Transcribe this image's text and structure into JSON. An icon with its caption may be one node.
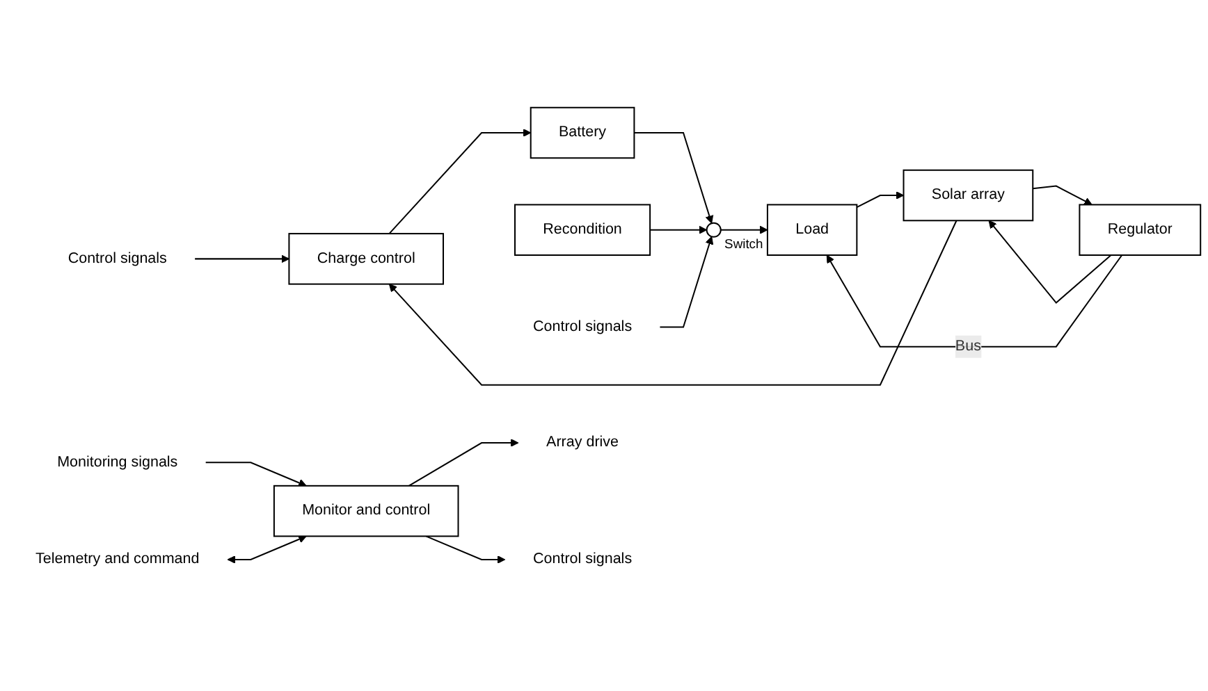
{
  "diagram": {
    "nodes": [
      {
        "text": [
          "Control signals"
        ]
      },
      {
        "text": [
          "Charge control"
        ]
      },
      {
        "text": [
          "Battery"
        ]
      },
      {
        "text": [
          "Recondition"
        ]
      },
      {
        "text": [],
        "shape": "circle",
        "beside": [
          "Switch"
        ]
      },
      {
        "text": [
          "Control signals"
        ]
      },
      {
        "text": [
          "Solar array"
        ]
      },
      {
        "text": [
          "Regulator"
        ]
      },
      {
        "text": [
          "Load"
        ]
      },
      {
        "text": [
          "Array drive"
        ]
      },
      {
        "text": [
          "Monitor and control"
        ]
      },
      {
        "text": [
          "Monitoring signals"
        ]
      },
      {
        "text": [
          "Control signals"
        ]
      },
      {
        "text": [
          "Telemetry and command"
        ]
      }
    ],
    "edges": [
      {
        "from": 0,
        "to": 1,
        "arrow": "to"
      },
      {
        "from": 6,
        "to": 1,
        "arrow": "to"
      },
      {
        "from": 1,
        "to": 2,
        "arrow": "to"
      },
      {
        "from": 2,
        "to": 4,
        "arrow": "to"
      },
      {
        "from": 3,
        "to": 4,
        "arrow": "to"
      },
      {
        "from": 5,
        "to": 4,
        "arrow": "to"
      },
      {
        "from": 6,
        "to": 7,
        "arrow": "to"
      },
      {
        "from": 7,
        "to": 8,
        "label": "Bus",
        "arrow": "to"
      },
      {
        "from": 4,
        "to": 8,
        "arrow": "to"
      },
      {
        "from": 7,
        "to": 6,
        "arrow": "to"
      },
      {
        "from": 8,
        "to": 6,
        "arrow": "to"
      },
      {
        "from": 10,
        "to": 9,
        "arrow": "to"
      },
      {
        "from": 11,
        "to": 10,
        "arrow": "to"
      },
      {
        "from": 10,
        "to": 12,
        "arrow": "to"
      },
      {
        "from": 13,
        "to": 10,
        "arrow": "both"
      }
    ]
  }
}
